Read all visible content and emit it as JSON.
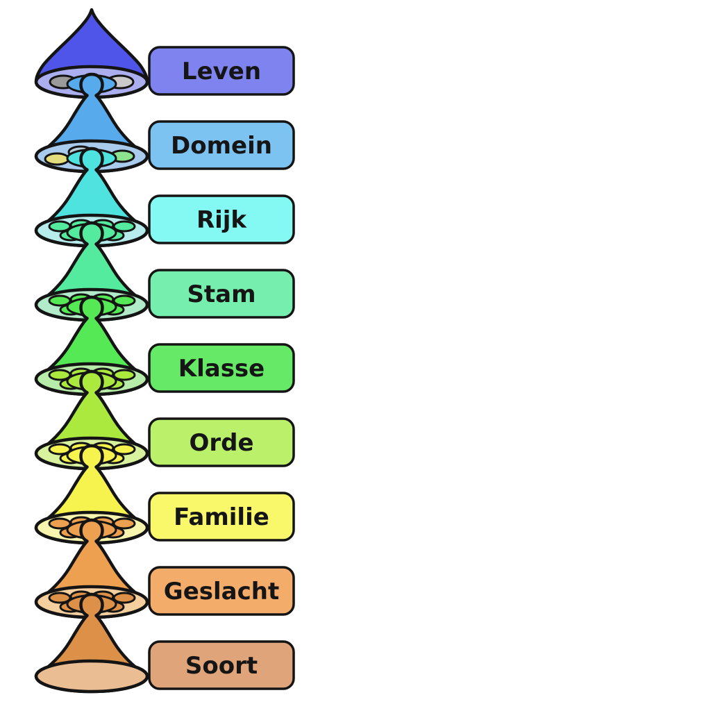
{
  "diagram": {
    "background_color": "#ffffff",
    "outline_color": "#141414",
    "text_color": "#151515",
    "levels": [
      {
        "label": "Leven",
        "dome_color": "#4f55e8",
        "disc_color": "#abaff0",
        "box_color": "#7f83f0",
        "mini_colors": [
          "#9a9a9a",
          "#cacaca"
        ]
      },
      {
        "label": "Domein",
        "dome_color": "#57aaeb",
        "disc_color": "#a9cbee",
        "box_color": "#7dc3f2",
        "mini_colors": [
          "#e3dd7d",
          "#b9cdd9",
          "#8ce28f"
        ]
      },
      {
        "label": "Rijk",
        "dome_color": "#4fe3e0",
        "disc_color": "#b6eceb",
        "box_color": "#84f8f2",
        "mini_colors": [
          "#55eb9e",
          "#55eb9e",
          "#55eb9e",
          "#55eb9e",
          "#55eb9e",
          "#55eb9e"
        ]
      },
      {
        "label": "Stam",
        "dome_color": "#55eb9e",
        "disc_color": "#b2ebc9",
        "box_color": "#75eeae",
        "mini_colors": [
          "#55e955",
          "#55e955",
          "#55e955",
          "#55e955",
          "#55e955",
          "#55e955"
        ]
      },
      {
        "label": "Klasse",
        "dome_color": "#55e955",
        "disc_color": "#b7eda9",
        "box_color": "#66e966",
        "mini_colors": [
          "#abe93e",
          "#abe93e",
          "#abe93e",
          "#abe93e",
          "#abe93e",
          "#abe93e"
        ]
      },
      {
        "label": "Orde",
        "dome_color": "#abe93e",
        "disc_color": "#d8f29e",
        "box_color": "#baf06a",
        "mini_colors": [
          "#f7f34e",
          "#f7f34e",
          "#f7f34e",
          "#f7f34e",
          "#f7f34e",
          "#f7f34e"
        ]
      },
      {
        "label": "Familie",
        "dome_color": "#f7f34e",
        "disc_color": "#f8f5af",
        "box_color": "#f8f86a",
        "mini_colors": [
          "#eda04f",
          "#eda04f",
          "#eda04f",
          "#eda04f",
          "#eda04f",
          "#eda04f"
        ]
      },
      {
        "label": "Geslacht",
        "dome_color": "#eda04f",
        "disc_color": "#f6cf9e",
        "box_color": "#f3ac6a",
        "mini_colors": [
          "#dc9048",
          "#dc9048",
          "#dc9048",
          "#dc9048",
          "#dc9048",
          "#dc9048"
        ]
      },
      {
        "label": "Soort",
        "dome_color": "#dc9048",
        "disc_color": "#eabd93",
        "box_color": "#e0a47a",
        "mini_colors": []
      }
    ]
  }
}
